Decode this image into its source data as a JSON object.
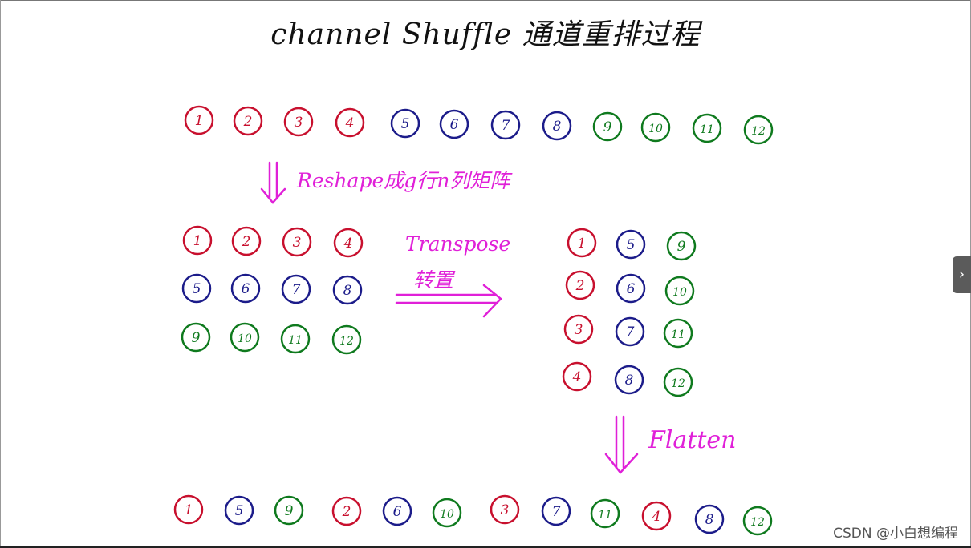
{
  "title": "channel Shuffle 通道重排过程",
  "labels": {
    "reshape": "Reshape成g行n列矩阵",
    "transpose": "Transpose",
    "transpose_cn": "转置",
    "flatten": "Flatten"
  },
  "watermark": "CSDN @小白想编程",
  "colors": {
    "red": "#c8102e",
    "blue": "#1c1c8a",
    "green": "#0f7a1e",
    "arrow": "#e020d8"
  },
  "icons": {
    "side_button": "chevron-right-icon"
  },
  "stages": {
    "original": [
      {
        "n": 1,
        "c": "red"
      },
      {
        "n": 2,
        "c": "red"
      },
      {
        "n": 3,
        "c": "red"
      },
      {
        "n": 4,
        "c": "red"
      },
      {
        "n": 5,
        "c": "blue"
      },
      {
        "n": 6,
        "c": "blue"
      },
      {
        "n": 7,
        "c": "blue"
      },
      {
        "n": 8,
        "c": "blue"
      },
      {
        "n": 9,
        "c": "green"
      },
      {
        "n": 10,
        "c": "green"
      },
      {
        "n": 11,
        "c": "green"
      },
      {
        "n": 12,
        "c": "green"
      }
    ],
    "reshaped": [
      [
        {
          "n": 1,
          "c": "red"
        },
        {
          "n": 2,
          "c": "red"
        },
        {
          "n": 3,
          "c": "red"
        },
        {
          "n": 4,
          "c": "red"
        }
      ],
      [
        {
          "n": 5,
          "c": "blue"
        },
        {
          "n": 6,
          "c": "blue"
        },
        {
          "n": 7,
          "c": "blue"
        },
        {
          "n": 8,
          "c": "blue"
        }
      ],
      [
        {
          "n": 9,
          "c": "green"
        },
        {
          "n": 10,
          "c": "green"
        },
        {
          "n": 11,
          "c": "green"
        },
        {
          "n": 12,
          "c": "green"
        }
      ]
    ],
    "transposed": [
      [
        {
          "n": 1,
          "c": "red"
        },
        {
          "n": 5,
          "c": "blue"
        },
        {
          "n": 9,
          "c": "green"
        }
      ],
      [
        {
          "n": 2,
          "c": "red"
        },
        {
          "n": 6,
          "c": "blue"
        },
        {
          "n": 10,
          "c": "green"
        }
      ],
      [
        {
          "n": 3,
          "c": "red"
        },
        {
          "n": 7,
          "c": "blue"
        },
        {
          "n": 11,
          "c": "green"
        }
      ],
      [
        {
          "n": 4,
          "c": "red"
        },
        {
          "n": 8,
          "c": "blue"
        },
        {
          "n": 12,
          "c": "green"
        }
      ]
    ],
    "flattened": [
      {
        "n": 1,
        "c": "red"
      },
      {
        "n": 5,
        "c": "blue"
      },
      {
        "n": 9,
        "c": "green"
      },
      {
        "n": 2,
        "c": "red"
      },
      {
        "n": 6,
        "c": "blue"
      },
      {
        "n": 10,
        "c": "green"
      },
      {
        "n": 3,
        "c": "red"
      },
      {
        "n": 7,
        "c": "blue"
      },
      {
        "n": 11,
        "c": "green"
      },
      {
        "n": 4,
        "c": "red"
      },
      {
        "n": 8,
        "c": "blue"
      },
      {
        "n": 12,
        "c": "green"
      }
    ]
  }
}
